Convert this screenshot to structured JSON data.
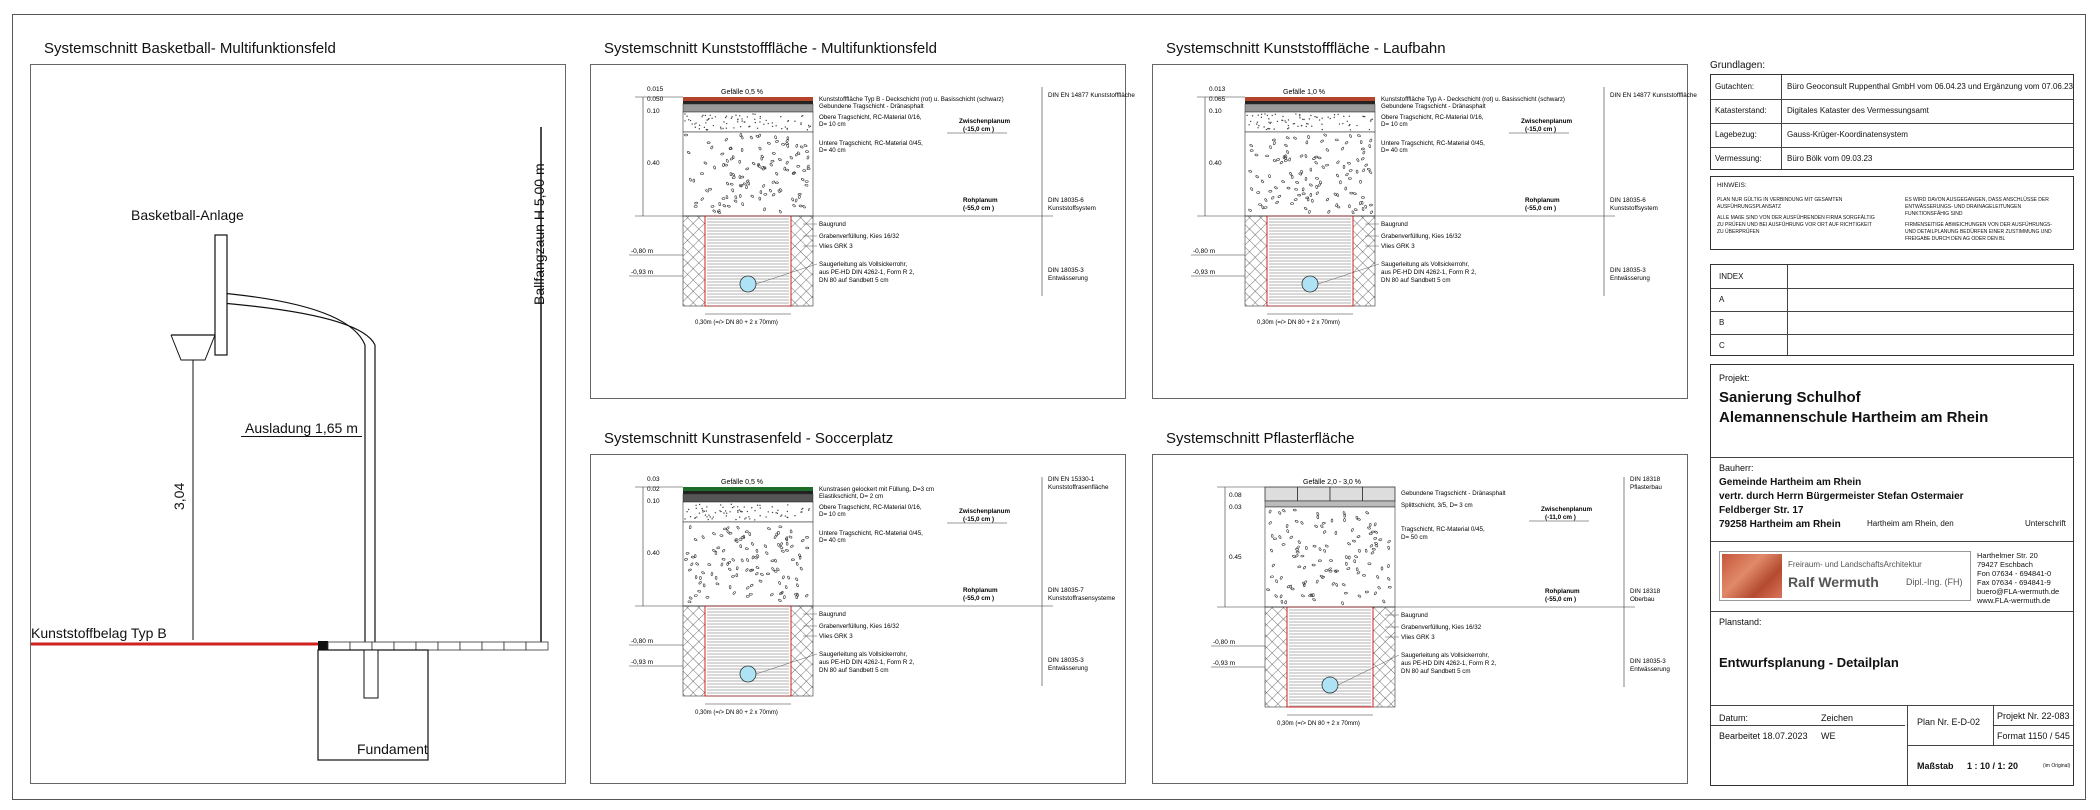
{
  "basket": {
    "title": "Systemschnitt Basketball- Multifunktionsfeld",
    "anlage": "Basketball-Anlage",
    "zaun": "Ballfangzaun H 5,00 m",
    "ausladung": "Ausladung 1,65 m",
    "hoehe": "3,04",
    "belag": "Kunststoffbelag Typ B",
    "fundament": "Fundament"
  },
  "sections": [
    {
      "title": "Systemschnitt Kunststofffläche - Multifunktionsfeld",
      "gefaelle": "Gefälle 0,5 %",
      "dims": [
        "0.015",
        "0.050",
        "0.10",
        "0.40",
        "-0,80 m",
        "-0,93 m"
      ],
      "layers": [
        "Kunststofffläche Typ B - Deckschicht (rot) u. Basisschicht (schwarz)",
        "Gebundene Tragschicht - Dränasphalt",
        "Obere Tragschicht, RC-Material 0/16,",
        "D= 10 cm",
        "Untere Tragschicht, RC-Material 0/45,",
        "D= 40 cm"
      ],
      "lower": [
        "Baugrund",
        "Grabenverfüllung, Kies 16/32",
        "Vlies GRK 3",
        "Saugerleitung als Vollsickerrohr,",
        "aus PE-HD DIN 4262-1, Form R 2,",
        "DN 80 auf Sandbett 5 cm"
      ],
      "planum1": [
        "Zwischenplanum",
        "(-15,0 cm )"
      ],
      "planum2": [
        "Rohplanum",
        "(-55,0 cm )"
      ],
      "din": [
        "DIN EN 14877 Kunststofffläche",
        "DIN 18035-6",
        "Kunststoffsystem",
        "DIN 18035-3",
        "Entwässerung"
      ],
      "width": "0,30m  (=/> DN 80 + 2 x 70mm)"
    },
    {
      "title": "Systemschnitt Kunststofffläche - Laufbahn",
      "gefaelle": "Gefälle 1,0 %",
      "dims": [
        "0.013",
        "0.065",
        "0.10",
        "0.40",
        "-0,80 m",
        "-0,93 m"
      ],
      "layers": [
        "Kunststofffläche Typ A - Deckschicht (rot) u. Basisschicht (schwarz)",
        "Gebundene Tragschicht - Dränasphalt",
        "Obere Tragschicht, RC-Material 0/16,",
        "D= 10 cm",
        "Untere Tragschicht, RC-Material 0/45,",
        "D= 40 cm"
      ],
      "lower": [
        "Baugrund",
        "Grabenverfüllung, Kies 16/32",
        "Vlies GRK 3",
        "Saugerleitung als Vollsickerrohr,",
        "aus PE-HD DIN 4262-1, Form R 2,",
        "DN 80 auf Sandbett 5 cm"
      ],
      "planum1": [
        "Zwischenplanum",
        "(-15,0 cm )"
      ],
      "planum2": [
        "Rohplanum",
        "(-55,0 cm )"
      ],
      "din": [
        "DIN EN 14877 Kunststofffläche",
        "DIN 18035-6",
        "Kunststoffsystem",
        "DIN 18035-3",
        "Entwässerung"
      ],
      "width": "0,30m  (=/> DN 80 + 2 x 70mm)"
    },
    {
      "title": "Systemschnitt Kunstrasenfeld - Soccerplatz",
      "gefaelle": "Gefälle 0,5 %",
      "dims": [
        "0.03",
        "0.02",
        "0.10",
        "0.40",
        "-0,80 m",
        "-0,93 m"
      ],
      "layers": [
        "Kunstrasen gelockert mit Füllung, D=3 cm",
        "Elastikschicht, D= 2 cm",
        "Obere Tragschicht, RC-Material 0/16,",
        "D= 10 cm",
        "Untere Tragschicht, RC-Material 0/45,",
        "D= 40 cm"
      ],
      "lower": [
        "Baugrund",
        "Grabenverfüllung, Kies 16/32",
        "Vlies GRK 3",
        "Saugerleitung als Vollsickerrohr,",
        "aus PE-HD DIN 4262-1, Form R 2,",
        "DN 80 auf Sandbett 5 cm"
      ],
      "planum1": [
        "Zwischenplanum",
        "(-15,0 cm )"
      ],
      "planum2": [
        "Rohplanum",
        "(-55,0 cm )"
      ],
      "din": [
        "DIN EN 15330-1",
        "Kunststoffrasenfläche",
        "DIN 18035-7",
        "Kunststoffrasensysteme",
        "DIN 18035-3",
        "Entwässerung"
      ],
      "width": "0,30m  (=/> DN 80 + 2 x 70mm)"
    },
    {
      "title": "Systemschnitt Pflasterfläche",
      "gefaelle": "Gefälle 2,0 - 3,0 %",
      "dims": [
        "0.08",
        "0.03",
        "0.45",
        "-0,80 m",
        "-0,93 m"
      ],
      "layers": [
        "Gebundene Tragschicht - Dränasphalt",
        "Splittschicht, 3/5, D= 3 cm",
        "Tragschicht, RC-Material 0/45,",
        "D= 50 cm"
      ],
      "lower": [
        "Baugrund",
        "Grabenverfüllung, Kies 16/32",
        "Vlies GRK 3",
        "Saugerleitung als Vollsickerrohr,",
        "aus PE-HD DIN 4262-1, Form R 2,",
        "DN 80 auf Sandbett 5 cm"
      ],
      "planum1": [
        "Zwischenplanum",
        "(-11,0 cm )"
      ],
      "planum2": [
        "Rohplanum",
        "(-55,0 cm )"
      ],
      "din": [
        "DIN 18318",
        "Pflasterbau",
        "DIN 18318",
        "Oberbau",
        "DIN 18035-3",
        "Entwässerung"
      ],
      "width": "0,30m  (=/> DN 80 + 2 x 70mm)"
    }
  ],
  "titleblock": {
    "grundlagen": "Grundlagen:",
    "rows": [
      {
        "k": "Gutachten:",
        "v": "Büro Geoconsult Ruppenthal GmbH vom 06.04.23 und Ergänzung vom 07.06.23"
      },
      {
        "k": "Katasterstand:",
        "v": "Digitales Kataster des Vermessungsamt"
      },
      {
        "k": "Lagebezug:",
        "v": "Gauss-Krüger-Koordinatensystem"
      },
      {
        "k": "Vermessung:",
        "v": "Büro Bölk vom 09.03.23"
      }
    ],
    "hinweis_title": "HINWEIS:",
    "hinweis_left": [
      "PLAN NUR GÜLTIG IN VERBINDUNG MIT GESAMTEN",
      "AUSFÜHRUNGSPLANSATZ",
      "ALLE MAßE SIND VON DER AUSFÜHRENDEN FIRMA SORGFÄLTIG",
      "ZU PRÜFEN UND BEI AUSFÜHRUNG VOR ORT AUF RICHTIGKEIT",
      "ZU ÜBERPRÜFEN"
    ],
    "hinweis_right": [
      "ES WIRD DAVON AUSGEGANGEN, DASS ANSCHLÜSSE DER",
      "ENTWÄSSERUNGS- UND DRAINAGELEITUNGEN",
      "FUNKTIONSFÄHIG SIND",
      "FIRMENSEITIGE ABWEICHUNGEN VON DER AUSFÜHRUNGS-",
      "UND DETAILPLANUNG BEDÜRFEN EINER ZUSTIMMUNG UND",
      "FREIGABE DURCH DEN AG ODER DEN BL"
    ],
    "index": [
      "INDEX",
      "A",
      "B",
      "C"
    ],
    "projekt_label": "Projekt:",
    "projekt1": "Sanierung Schulhof",
    "projekt2": "Alemannenschule Hartheim am Rhein",
    "bauherr_label": "Bauherr:",
    "bauherr": [
      "Gemeinde Hartheim am Rhein",
      "vertr. durch Herrn Bürgermeister Stefan Ostermaier",
      "Feldberger Str. 17",
      "79258 Hartheim am Rhein"
    ],
    "ort_datum": "Hartheim am Rhein, den",
    "unterschrift": "Unterschrift",
    "office1": "Freiraum- und LandschaftsArchitektur",
    "office2": "Ralf Wermuth",
    "office3": "Dipl.-Ing. (FH)",
    "address": [
      "Harthelmer Str. 20",
      "79427 Eschbach",
      "Fon 07634 - 694841-0",
      "Fax 07634 - 694841-9",
      "buero@FLA-wermuth.de",
      "www.FLA-wermuth.de"
    ],
    "planstand_label": "Planstand:",
    "planstand": "Entwurfsplanung - Detailplan",
    "datum": "Datum:",
    "zeichen": "Zeichen",
    "plan_nr": "Plan Nr. E-D-02",
    "projekt_nr": "Projekt Nr. 22-083",
    "bearbeitet": "Bearbeitet  18.07.2023",
    "we": "WE",
    "format": "Format  1150 / 545",
    "massstab_label": "Maßstab",
    "massstab": "1 : 10 / 1: 20",
    "massstab_note": "(im Original)"
  },
  "colors": {
    "red": "#d21f1f",
    "black": "#111111",
    "orange": "#c8553a"
  }
}
